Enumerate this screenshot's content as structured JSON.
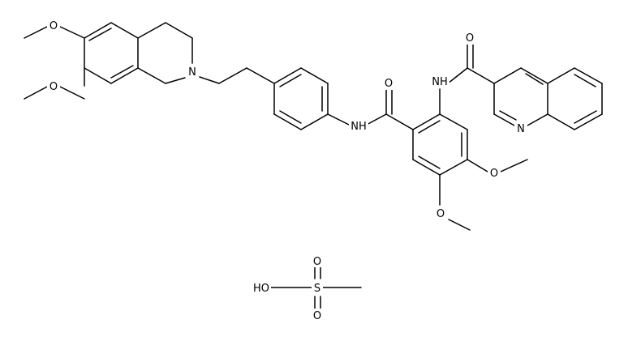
{
  "structure": {
    "atoms": [
      {
        "id": "o1",
        "symbol": "O"
      },
      {
        "id": "o2",
        "symbol": "O"
      },
      {
        "id": "n_thiq",
        "symbol": "N"
      },
      {
        "id": "o_amide1",
        "symbol": "O"
      },
      {
        "id": "nh_amide1",
        "symbol": "NH"
      },
      {
        "id": "nh_amide2",
        "symbol": "NH"
      },
      {
        "id": "o_amide2",
        "symbol": "O"
      },
      {
        "id": "n_quin",
        "symbol": "N"
      },
      {
        "id": "o3",
        "symbol": "O"
      },
      {
        "id": "o4",
        "symbol": "O"
      },
      {
        "id": "s_o_top",
        "symbol": "O"
      },
      {
        "id": "s_ho",
        "symbol": "HO"
      },
      {
        "id": "s_s",
        "symbol": "S"
      },
      {
        "id": "s_o_bot",
        "symbol": "O"
      }
    ]
  }
}
